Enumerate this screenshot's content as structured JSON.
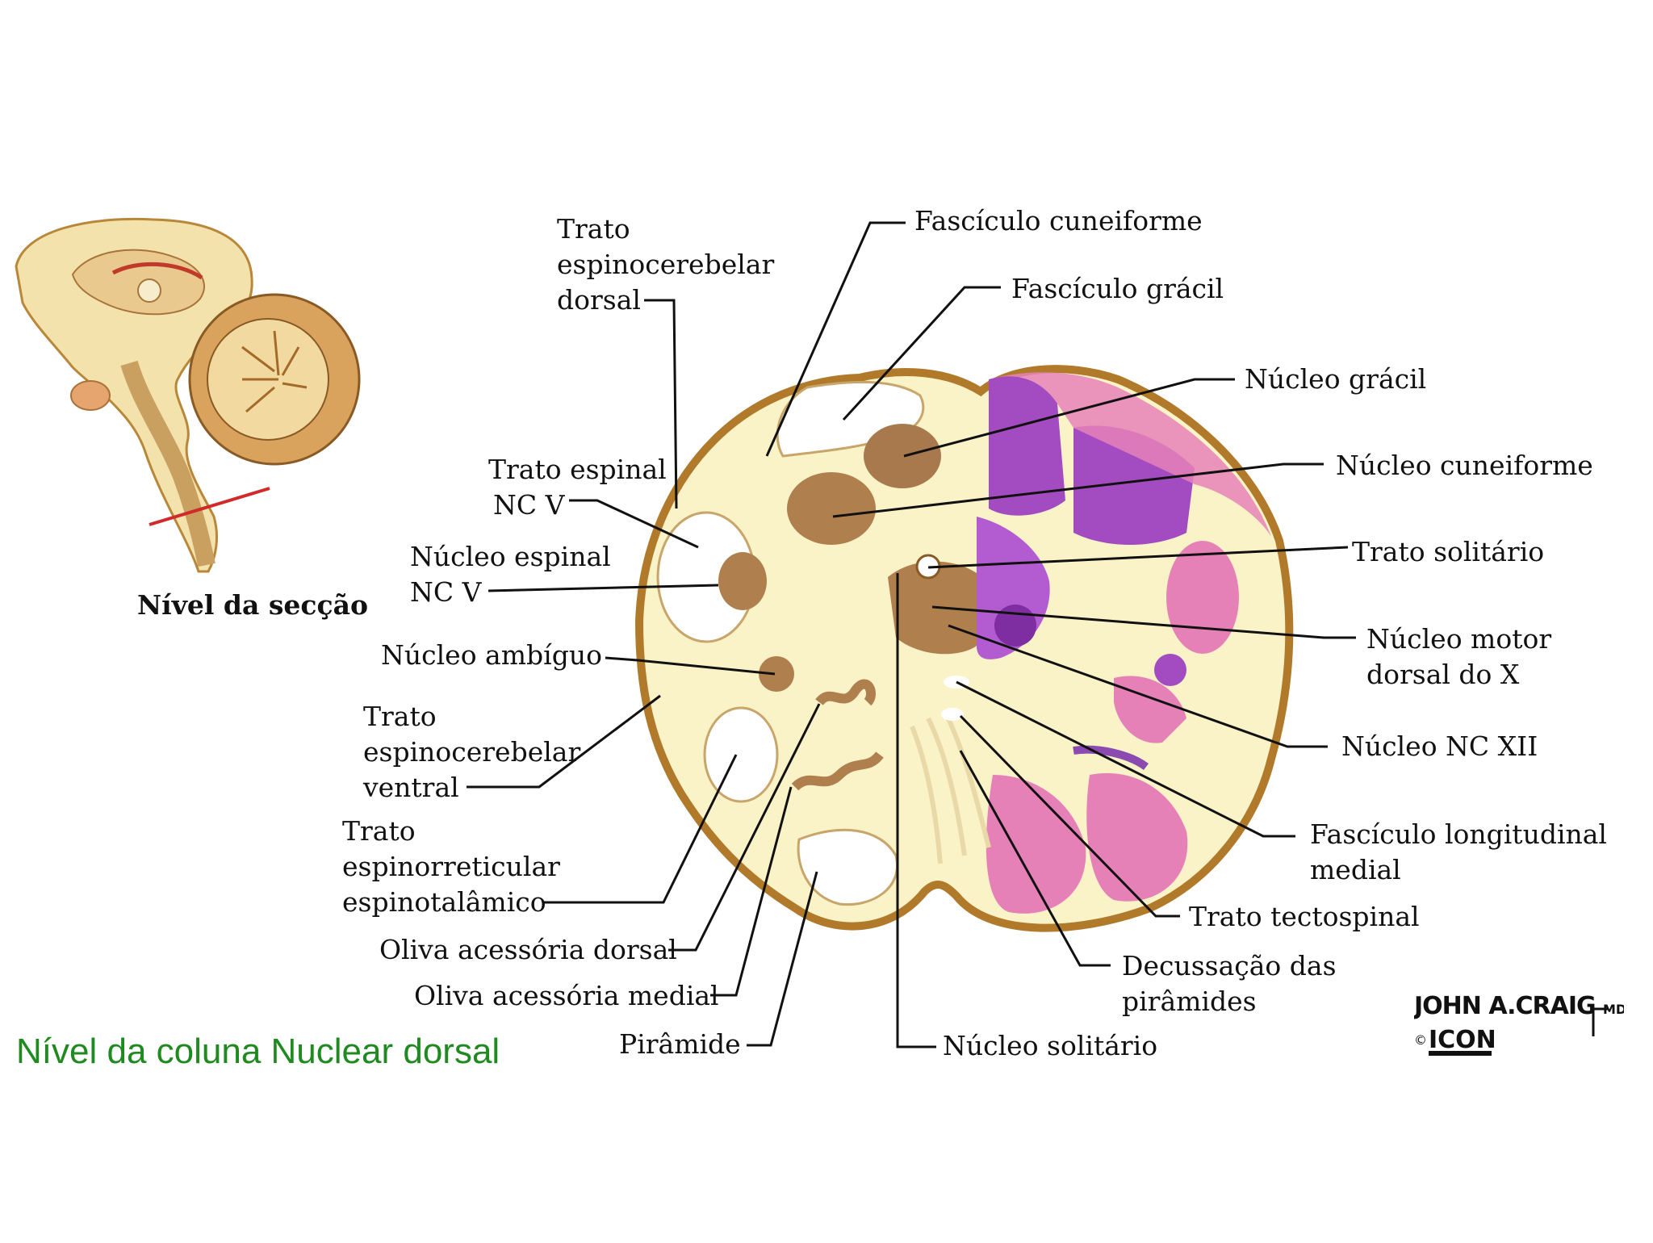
{
  "inset": {
    "level_label": "Nível da secção"
  },
  "caption": "Nível da coluna Nuclear dorsal",
  "signature": {
    "name": "JOHN A.CRAIG",
    "suffix": "MD",
    "publisher": "ICON"
  },
  "labels": {
    "trato_espinocerebelar_dorsal": [
      "Trato",
      "espinocerebelar",
      "dorsal"
    ],
    "fasciculo_cuneiforme": "Fascículo cuneiforme",
    "fasciculo_gracil": "Fascículo grácil",
    "nucleo_gracil": "Núcleo grácil",
    "nucleo_cuneiforme": "Núcleo cuneiforme",
    "trato_espinal_nc_v": [
      "Trato espinal",
      "NC V"
    ],
    "nucleo_espinal_nc_v": [
      "Núcleo espinal",
      "NC V"
    ],
    "trato_solitario": "Trato solitário",
    "nucleo_ambiguo": "Núcleo ambíguo",
    "nucleo_motor_dorsal_x": [
      "Núcleo motor",
      "dorsal do X"
    ],
    "trato_espinocerebelar_ventral": [
      "Trato",
      "espinocerebelar",
      "ventral"
    ],
    "nucleo_nc_xii": "Núcleo NC XII",
    "trato_espinorreticular": [
      "Trato",
      "espinorreticular",
      "espinotalâmico"
    ],
    "fasciculo_longitudinal_medial": [
      "Fascículo longitudinal",
      "medial"
    ],
    "trato_tectospinal": "Trato tectospinal",
    "oliva_acessoria_dorsal": "Oliva acessória dorsal",
    "decussacao_piramides": [
      "Decussação das",
      "pirâmides"
    ],
    "oliva_acessoria_medial": "Oliva acessória medial",
    "piramide": "Pirâmide",
    "nucleo_solitario": "Núcleo solitário"
  },
  "colors": {
    "background": "#ffffff",
    "tissue": "#fbf3c8",
    "tissue_outline": "#b07a2a",
    "brown_nucleus": "#b07f4e",
    "purple_nucleus": "#a34bc0",
    "pink_area": "#e681b8",
    "section_line": "#d02a2a",
    "caption": "#1f8a1f"
  }
}
